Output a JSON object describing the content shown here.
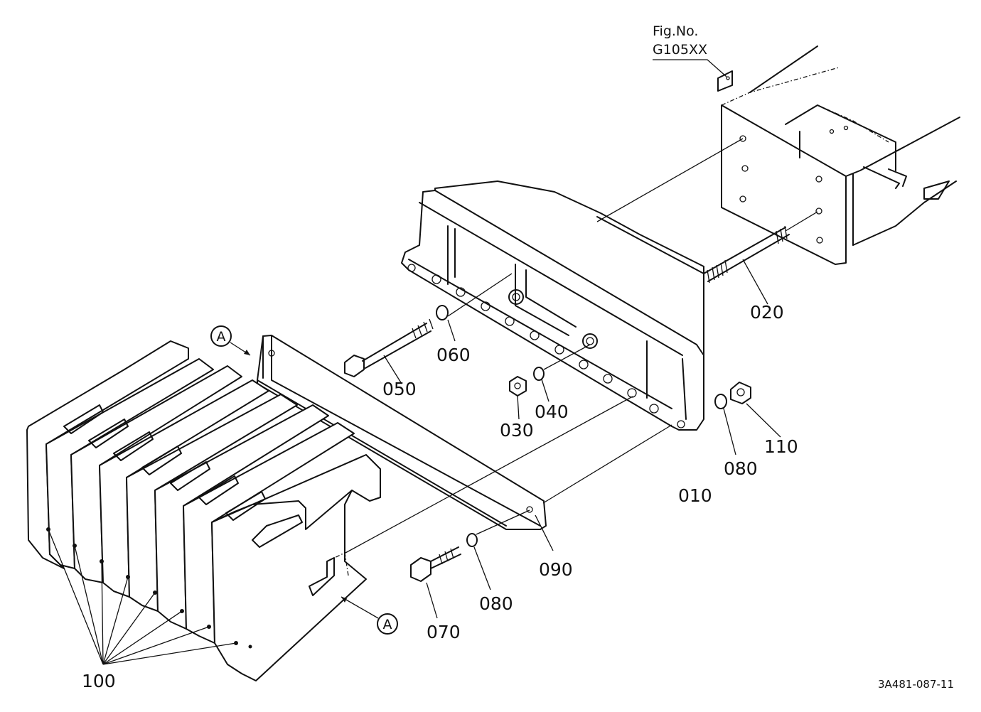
{
  "figure_ref": {
    "line1": "Fig.No.",
    "line2": "G105XX"
  },
  "drawing_code": "3A481-087-11",
  "view_marker": "A",
  "parts": [
    {
      "id": "p010",
      "label": "010"
    },
    {
      "id": "p020",
      "label": "020"
    },
    {
      "id": "p030",
      "label": "030"
    },
    {
      "id": "p040",
      "label": "040"
    },
    {
      "id": "p050",
      "label": "050"
    },
    {
      "id": "p060",
      "label": "060"
    },
    {
      "id": "p070",
      "label": "070"
    },
    {
      "id": "p080a",
      "label": "080"
    },
    {
      "id": "p080b",
      "label": "080"
    },
    {
      "id": "p090",
      "label": "090"
    },
    {
      "id": "p100",
      "label": "100"
    },
    {
      "id": "p110",
      "label": "110"
    }
  ]
}
